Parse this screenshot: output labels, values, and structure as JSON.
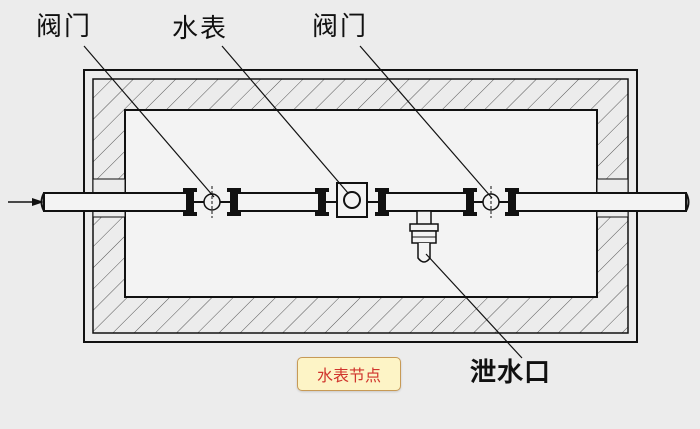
{
  "labels": {
    "valve_left": "阀门",
    "water_meter": "水表",
    "valve_right": "阀门",
    "drain_outlet": "泄水口"
  },
  "caption": "水表节点",
  "colors": {
    "background": "#ececec",
    "line": "#111111",
    "hatch": "#555555",
    "caption_fill": "#fdf4c6",
    "caption_border": "#c79a56",
    "caption_text": "#d0342c"
  }
}
